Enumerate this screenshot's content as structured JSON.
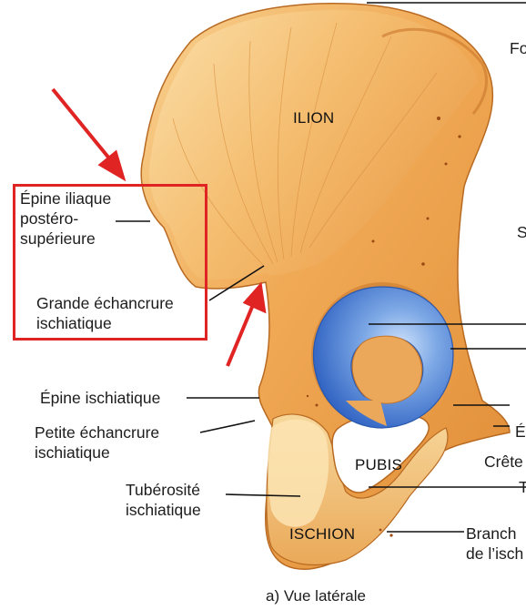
{
  "labels": {
    "posterior_superior_iliac_spine": "Épine iliaque\npostéro-\nsupérieure",
    "greater_sciatic_notch": "Grande échancrure\nischiatique",
    "ischial_spine": "Épine ischiatique",
    "lesser_sciatic_notch": "Petite échancrure\nischiatique",
    "ischial_tuberosity": "Tubérosité\nischiatique",
    "ilium": "ILION",
    "pubis": "PUBIS",
    "ischium": "ISCHION",
    "right_cut_1": "Fo",
    "right_cut_2": "S",
    "right_cut_3": "É",
    "right_cut_4": "Crête",
    "right_cut_5": "T",
    "right_cut_6": "Branch\nde l’isch"
  },
  "caption": "a) Vue latérale",
  "colors": {
    "bone_light": "#f6c57e",
    "bone_mid": "#eda24e",
    "bone_dark": "#d9812f",
    "acetabulum": "#3b74d0",
    "acetabulum_light": "#9fc3f0",
    "annotation": "#e02424",
    "leader": "#111111"
  }
}
